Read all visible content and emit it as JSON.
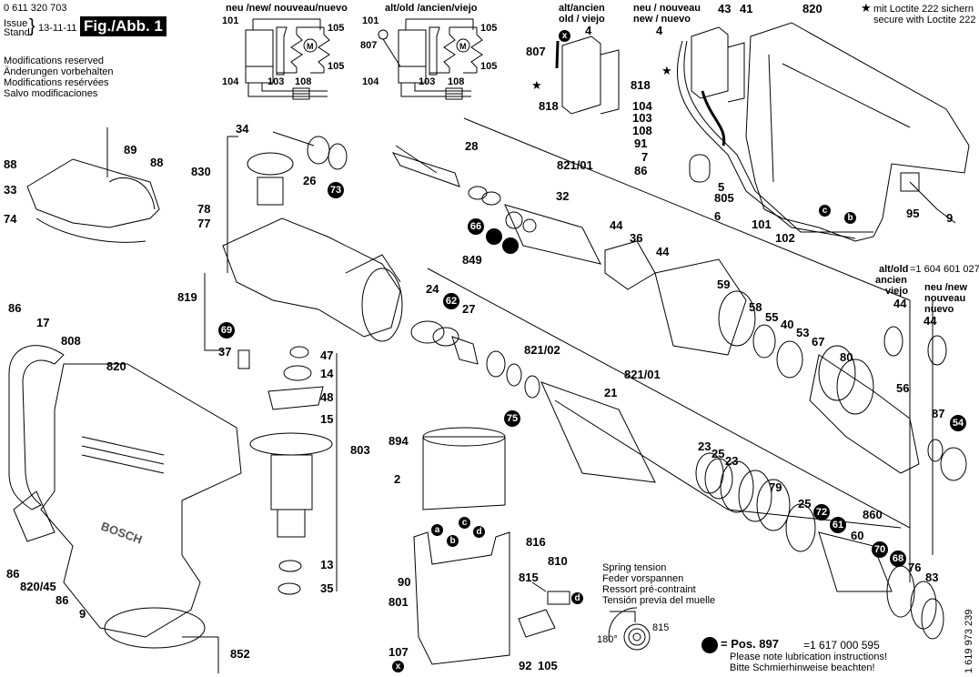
{
  "header": {
    "part_number": "0 611 320 703",
    "issue_label_en": "Issue",
    "issue_label_de": "Stand",
    "issue_date": "13-11-11",
    "figure_label": "Fig./Abb. 1",
    "modifications": [
      "Modifications reserved",
      "Änderungen vorbehalten",
      "Modifications resérvées",
      "Salvo modificaciones"
    ]
  },
  "circuit_new": {
    "title": "neu /new/ nouveau/nuevo",
    "labels": [
      "101",
      "105",
      "105",
      "104",
      "103",
      "108"
    ],
    "motor_symbol": "M"
  },
  "circuit_old": {
    "title": "alt/old /ancien/viejo",
    "labels": [
      "101",
      "807",
      "105",
      "105",
      "104",
      "103",
      "108"
    ],
    "motor_symbol": "M"
  },
  "switch_old": {
    "title_line1": "alt/ancien",
    "title_line2": "old / viejo",
    "part": "4",
    "labels": [
      "807",
      "818"
    ],
    "badge": "x"
  },
  "switch_new": {
    "title_line1": "neu / nouveau",
    "title_line2": "new / nuevo",
    "part": "4",
    "labels": [
      "818",
      "104",
      "103",
      "108",
      "91",
      "7",
      "86",
      "5",
      "805",
      "6",
      "101",
      "102",
      "43",
      "41",
      "820",
      "95",
      "9"
    ],
    "badges": [
      "c",
      "b"
    ]
  },
  "loctite_note": {
    "symbol": "star-icon",
    "line1": "mit Loctite 222 sichern",
    "line2": "secure with Loctite 222"
  },
  "ring_44_note": {
    "old_label": "alt/old",
    "old_part_no": "=1 604 601 027",
    "old_lines": [
      "ancien",
      "viejo",
      "44"
    ],
    "new_lines": [
      "neu /new",
      "nouveau",
      "nuevo",
      "44"
    ]
  },
  "lube_note": {
    "prefix": "= Pos. 897",
    "part_no": "=1 617 000 595",
    "line1": "Please note lubrication instructions!",
    "line2": "Bitte Schmierhinweise beachten!"
  },
  "spring_note": {
    "lines": [
      "Spring tension",
      "Feder vorspannen",
      "Ressort pré-contraint",
      "Tensión previa del muelle"
    ],
    "angle": "180°",
    "part": "815"
  },
  "drawing_number": "1 619 973 239",
  "callouts": {
    "gear_cover": [
      "88",
      "89",
      "88",
      "33",
      "74"
    ],
    "gear": [
      "34",
      "830",
      "26",
      "73",
      "78",
      "77",
      "819",
      "69",
      "37"
    ],
    "armature": [
      "47",
      "14",
      "48",
      "15",
      "803",
      "13",
      "35"
    ],
    "housing": [
      "86",
      "17",
      "808",
      "820",
      "86",
      "820/45",
      "86",
      "9",
      "852"
    ],
    "field": [
      "894",
      "2",
      "90",
      "801",
      "107",
      "816",
      "810",
      "815",
      "92",
      "105"
    ],
    "field_badges": [
      "a",
      "b",
      "c",
      "d",
      "d",
      "x"
    ],
    "tool_holder": [
      "28",
      "821/01",
      "32",
      "44",
      "36",
      "44",
      "849",
      "59",
      "58",
      "55",
      "40",
      "53",
      "67",
      "80",
      "56",
      "87",
      "54"
    ],
    "tool_holder_badges": [
      "66",
      "54"
    ],
    "impact": [
      "24",
      "62",
      "27",
      "821/02",
      "75",
      "821/01",
      "21",
      "23",
      "25",
      "23",
      "79",
      "25",
      "72",
      "61",
      "60",
      "860",
      "70",
      "68",
      "76",
      "83"
    ]
  }
}
